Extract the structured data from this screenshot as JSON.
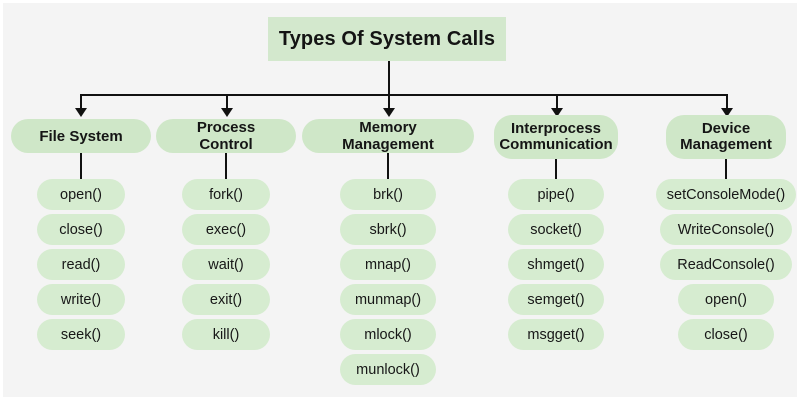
{
  "diagram": {
    "title": "Types Of System Calls",
    "background_color": "#f4f4f4",
    "title_box_color": "#d3e8cd",
    "header_pill_color": "#cfe7c8",
    "leaf_pill_color": "#d6ecd0",
    "connector_color": "#111111",
    "columns": [
      {
        "header": "File System",
        "items": [
          "open()",
          "close()",
          "read()",
          "write()",
          "seek()"
        ]
      },
      {
        "header": "Process Control",
        "items": [
          "fork()",
          "exec()",
          "wait()",
          "exit()",
          "kill()"
        ]
      },
      {
        "header": "Memory Management",
        "items": [
          "brk()",
          "sbrk()",
          "mnap()",
          "munmap()",
          "mlock()",
          "munlock()"
        ]
      },
      {
        "header": "Interprocess\nCommunication",
        "items": [
          "pipe()",
          "socket()",
          "shmget()",
          "semget()",
          "msgget()"
        ]
      },
      {
        "header": "Device\nManagement",
        "items": [
          "setConsoleMode()",
          "WriteConsole()",
          "ReadConsole()",
          "open()",
          "close()"
        ]
      }
    ]
  }
}
